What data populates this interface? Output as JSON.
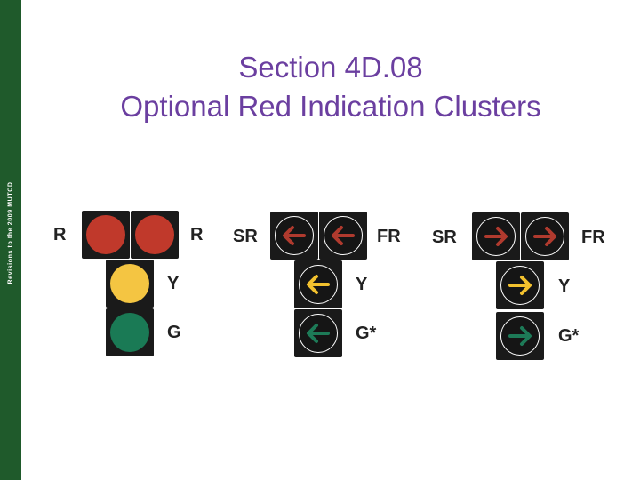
{
  "sidebar": {
    "text": "Revisions to the 2009 MUTCD"
  },
  "title": {
    "line1": "Section 4D.08",
    "line2": "Optional Red Indication Clusters"
  },
  "colors": {
    "sidebar": "#1f5a2b",
    "title": "#6b3fa0",
    "red_ball": "#c0392b",
    "yellow_ball": "#f4c542",
    "green_ball": "#1a7a55",
    "red_arrow": "#b03a2e",
    "yellow_arrow": "#f2c12e",
    "green_arrow": "#1d7a57"
  },
  "signal1": {
    "label_left": "R",
    "label_right": "R",
    "label_yellow": "Y",
    "label_green": "G"
  },
  "signal2": {
    "label_left": "SR",
    "label_right": "FR",
    "label_yellow": "Y",
    "label_green": "G*"
  },
  "signal3": {
    "label_left": "SR",
    "label_right": "FR",
    "label_yellow": "Y",
    "label_green": "G*"
  }
}
